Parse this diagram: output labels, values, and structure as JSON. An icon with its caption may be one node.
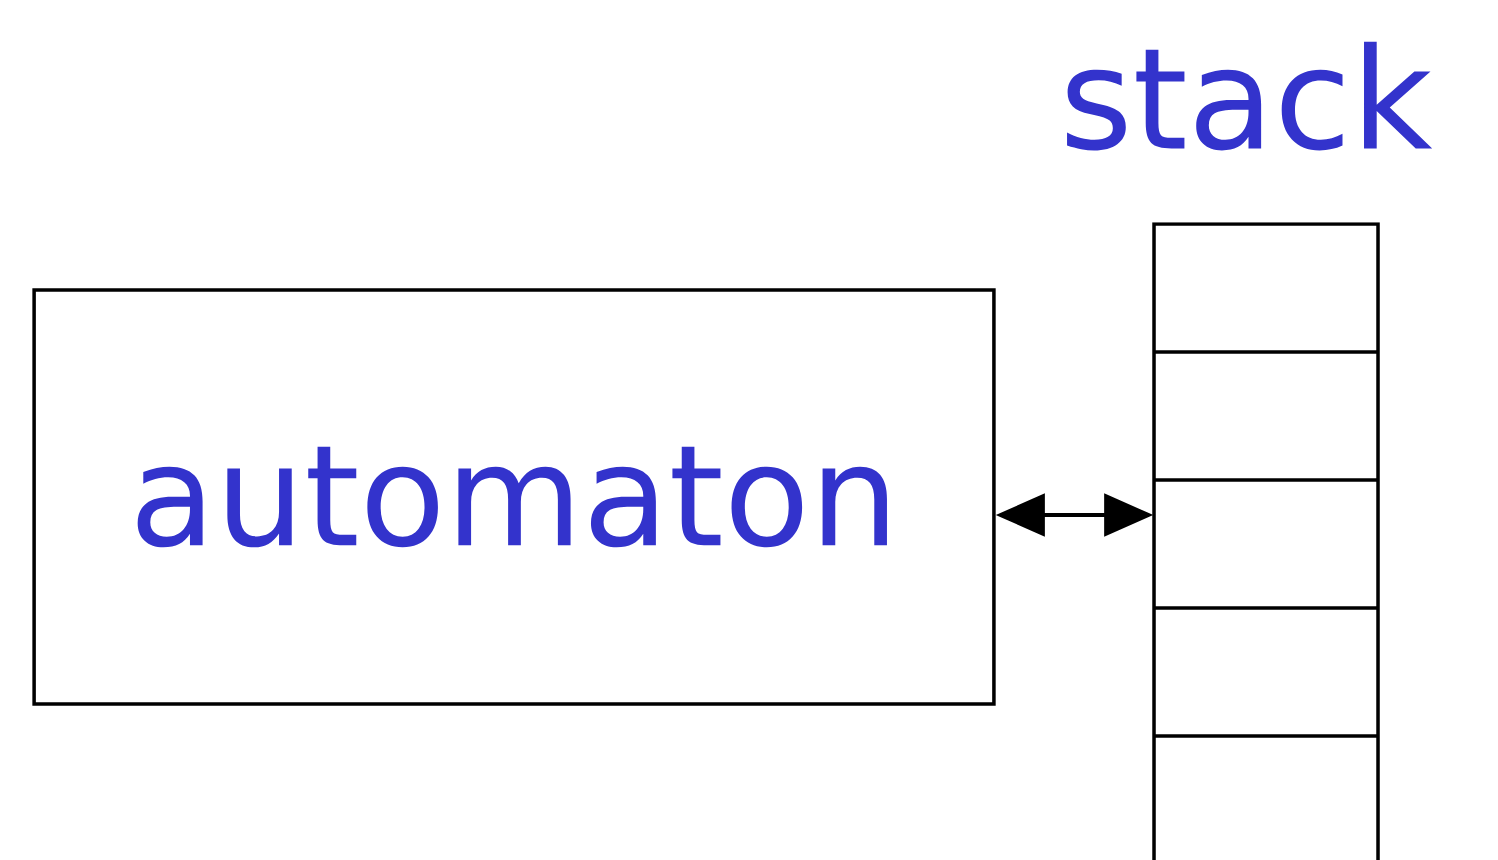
{
  "diagram": {
    "nodes": [
      {
        "text": [
          "automaton"
        ]
      },
      {
        "text": [
          "stack"
        ]
      }
    ],
    "edges": [
      {
        "from": 0,
        "to": 1,
        "arrow": "both"
      }
    ]
  }
}
